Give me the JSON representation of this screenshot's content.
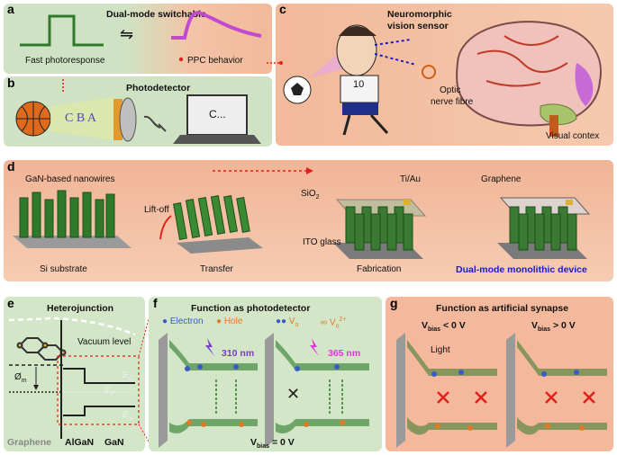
{
  "panels": {
    "a": {
      "letter": "a",
      "title": "Dual-mode switchable",
      "left_caption": "Fast photoresponse",
      "right_caption": "PPC behavior",
      "switch_symbol": "⇋"
    },
    "b": {
      "letter": "b",
      "title": "Photodetector",
      "ball_letters": "C B A",
      "screen_text": "C..."
    },
    "c": {
      "letter": "c",
      "title_line1": "Neuromorphic",
      "title_line2": "vision sensor",
      "jersey": "10",
      "nerve_line1": "Optic",
      "nerve_line2": "nerve fibre",
      "cortex": "Visual contex"
    },
    "d": {
      "letter": "d",
      "nanowires": "GaN-based nanowires",
      "substrate": "Si substrate",
      "liftoff": "Lift-off",
      "transfer": "Transfer",
      "tiau": "Ti/Au",
      "sio2": "SiO",
      "sio2_sub": "2",
      "ito": "ITO glass",
      "fabrication": "Fabrication",
      "graphene": "Graphene",
      "device": "Dual-mode monolithic device"
    },
    "e": {
      "letter": "e",
      "title": "Heterojunction",
      "vacuum": "Vacuum level",
      "phi": "Ø",
      "phi_sub": "m",
      "ec": "E",
      "ec_sub": "C",
      "ef": "E",
      "ef_sub": "F",
      "ev": "E",
      "ev_sub": "V",
      "graphene": "Graphene",
      "algan": "AlGaN",
      "gan": "GaN"
    },
    "f": {
      "letter": "f",
      "title": "Function as photodetector",
      "electron": "Electron",
      "hole": "Hole",
      "vo": "V",
      "vo_sub": "o",
      "vo2": "V",
      "vo2_sub": "o",
      "vo2_sup": "2+",
      "wl1": "310 nm",
      "wl2": "365 nm",
      "bias": "V",
      "bias_sub": "bias",
      "bias_val": " = 0 V"
    },
    "g": {
      "letter": "g",
      "title": "Function as artificial synapse",
      "bias_neg_main": "V",
      "bias_neg_sub": "bias",
      "bias_neg_val": " < 0 V",
      "bias_pos_main": "V",
      "bias_pos_sub": "bias",
      "bias_pos_val": " > 0 V",
      "light": "Light"
    }
  },
  "colors": {
    "green_panel": "#cfe3c4",
    "peach_panel": "#f2b99a",
    "electron": "#3a5bc9",
    "hole": "#e07a26",
    "accent_red": "#e0221a",
    "accent_blue": "#1a1acc",
    "purple": "#7a3cc8",
    "magenta": "#e038d8"
  }
}
